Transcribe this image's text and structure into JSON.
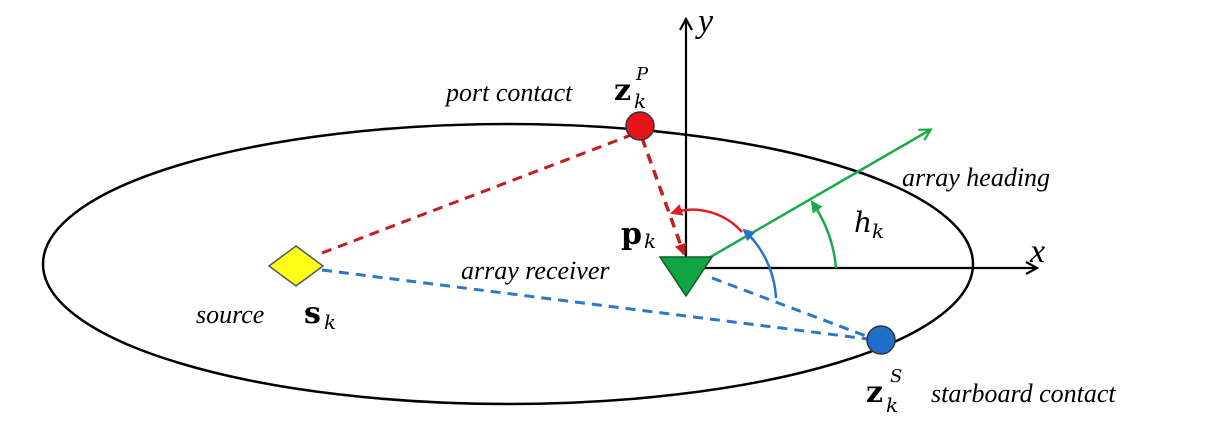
{
  "labels": {
    "port_contact": "port contact",
    "array_heading": "array heading",
    "array_receiver": "array receiver",
    "source": "source",
    "starboard_contact": "starboard contact",
    "axis_x": "x",
    "axis_y": "y"
  },
  "math": {
    "port_point": {
      "base": "z",
      "sub": "k",
      "sup": "P"
    },
    "starboard_point": {
      "base": "z",
      "sub": "k",
      "sup": "S"
    },
    "source_point": {
      "base": "s",
      "sub": "k"
    },
    "receiver_position": {
      "base": "p",
      "sub": "k"
    },
    "heading_angle": {
      "base": "h",
      "sub": "k"
    }
  },
  "colors": {
    "port_contact": "#e8141c",
    "starboard_contact": "#1f6fc9",
    "source": "#ffff1a",
    "receiver": "#12a343",
    "heading": "#1aaa4a",
    "port_dash": "#c41e1e",
    "starboard_dash": "#2a79c9",
    "port_angle": "#e0201e",
    "starboard_angle": "#2673c6",
    "outline": "#000000"
  }
}
